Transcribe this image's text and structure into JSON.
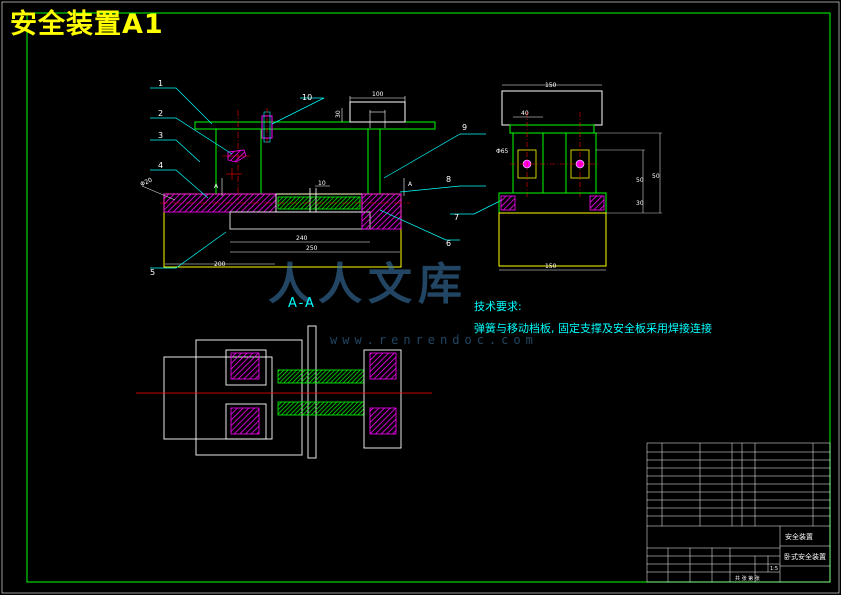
{
  "title": "安全装置A1",
  "section_label": "A-A",
  "tech_requirements": {
    "heading": "技术要求:",
    "body": "弹簧与移动档板, 固定支撑及安全板采用焊接连接"
  },
  "watermark": {
    "text": "人人文库",
    "url": "www.renrendoc.com"
  },
  "part_callouts": [
    "1",
    "2",
    "3",
    "4",
    "5",
    "6",
    "7",
    "8",
    "9",
    "10"
  ],
  "dimensions": {
    "d100": "100",
    "d30": "30",
    "d10": "10",
    "d240": "240",
    "d250": "250",
    "d200": "200",
    "phi20": "Φ20",
    "d150_top": "150",
    "d40": "40",
    "d150_bottom": "150",
    "d50_a": "50",
    "d50_b": "50",
    "d30_side": "30",
    "phi65": "Φ65",
    "section_mark_a": "A",
    "section_mark_b": "A"
  },
  "title_block": {
    "drawing_name": "安全装置",
    "project": "卧式安全装置",
    "scale": "1:5",
    "sheet": "共 张 第 张"
  },
  "colors": {
    "background": "#000000",
    "frame": "#00ff00",
    "outline": "#ffffff",
    "hidden": "#ffff00",
    "leader": "#00ffff",
    "centerline": "#ff0000",
    "hatch_pink": "#ff00ff",
    "hatch_green": "#00ff00"
  }
}
